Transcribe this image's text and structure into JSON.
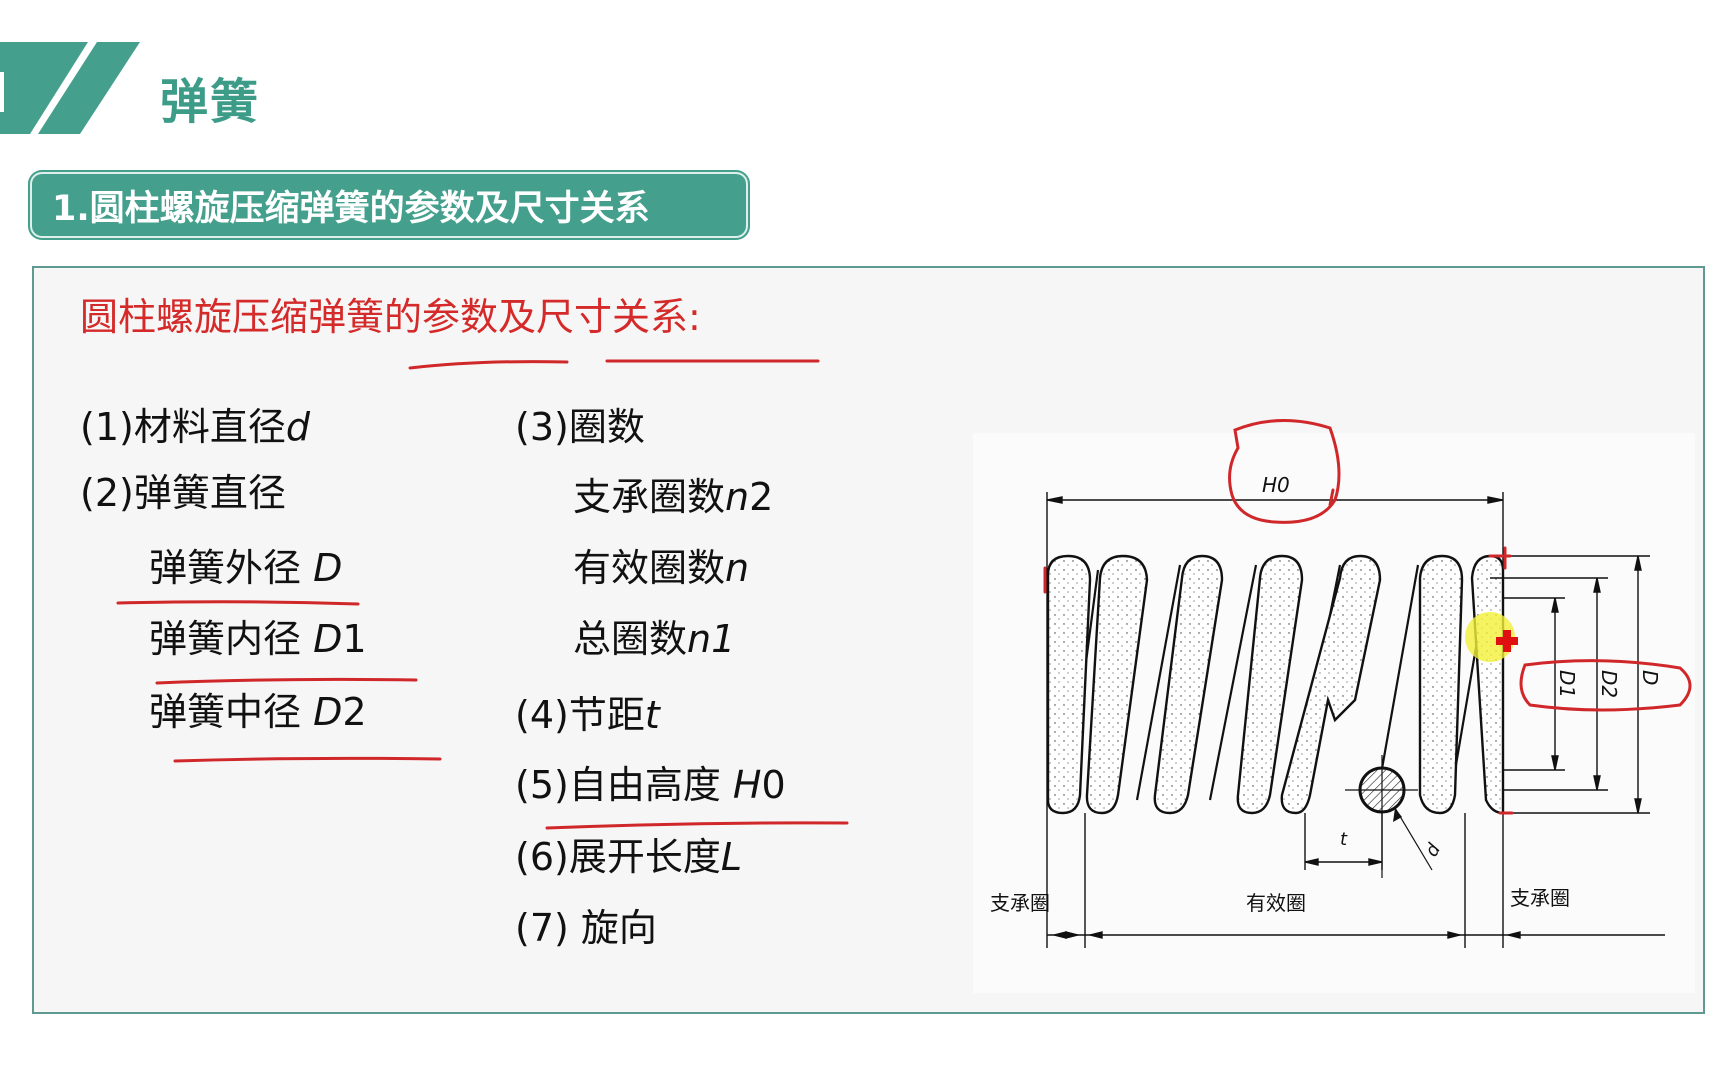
{
  "header": {
    "section_title": "弹簧",
    "subsection_label": "1.圆柱螺旋压缩弹簧的参数及尺寸关系"
  },
  "content": {
    "heading": "圆柱螺旋压缩弹簧的参数及尺寸关系:",
    "left_column": [
      {
        "prefix": "(1)材料直径",
        "symbol": "d"
      },
      {
        "prefix": "(2)弹簧直径",
        "symbol": ""
      },
      {
        "prefix": "弹簧外径 ",
        "symbol": "D"
      },
      {
        "prefix": "弹簧内径 ",
        "symbol": "D",
        "suffix": "1"
      },
      {
        "prefix": "弹簧中径 ",
        "symbol": "D",
        "suffix": "2"
      }
    ],
    "right_column": [
      {
        "prefix": "(3)圈数",
        "symbol": ""
      },
      {
        "prefix": "支承圈数",
        "symbol": "n",
        "suffix": "2"
      },
      {
        "prefix": "有效圈数",
        "symbol": "n"
      },
      {
        "prefix": "总圈数",
        "symbol": "n1"
      },
      {
        "prefix": "(4)节距",
        "symbol": "t"
      },
      {
        "prefix": "(5)自由高度 ",
        "symbol": "H",
        "suffix": "0"
      },
      {
        "prefix": "(6)展开长度",
        "symbol": "L"
      },
      {
        "prefix": "(7) 旋向",
        "symbol": ""
      }
    ]
  },
  "diagram": {
    "labels": {
      "free_height": "H0",
      "inner_diameter": "D1",
      "middle_diameter": "D2",
      "outer_diameter": "D",
      "pitch": "t",
      "wire_diameter": "d",
      "support_coils_left": "支承圈",
      "active_coils": "有效圈",
      "support_coils_right": "支承圈"
    }
  },
  "colors": {
    "accent_teal": "#44a08d",
    "annotation_red": "#d42a2a",
    "box_border": "#5e9a90"
  }
}
